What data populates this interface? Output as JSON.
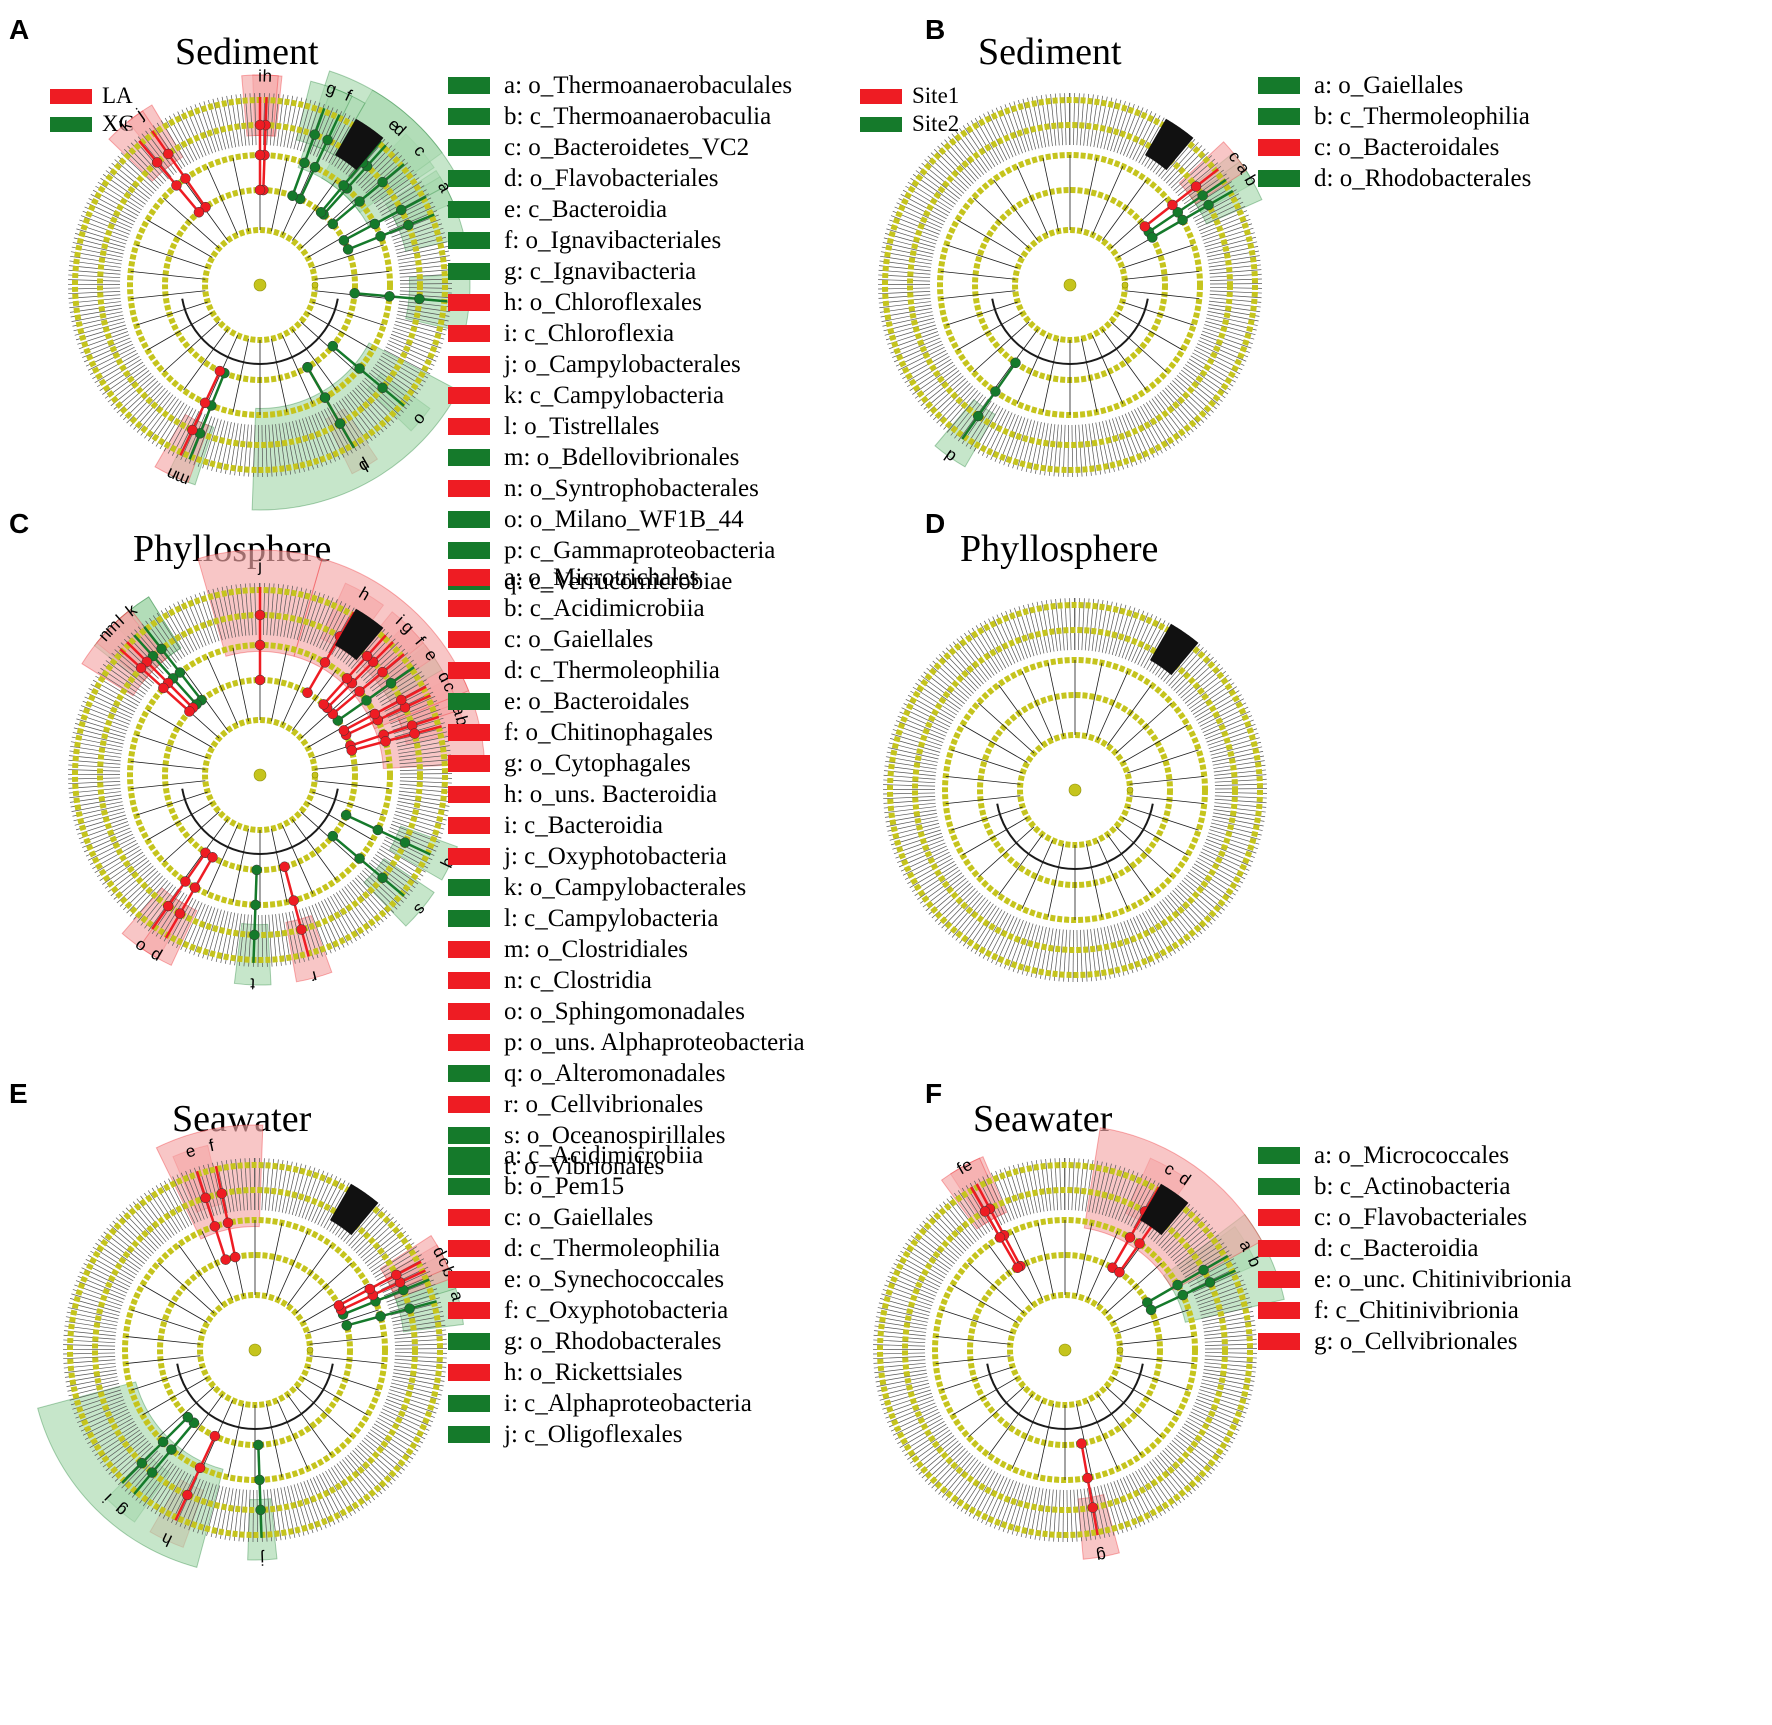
{
  "colors": {
    "red": "#ee1c23",
    "green": "#157a2b",
    "node": "#c5c41d",
    "node_edge": "#8f8f0a",
    "branch": "#1a1a1a",
    "shade_red": "#f4a8a8",
    "shade_green": "#a8d8ad"
  },
  "panels": [
    {
      "letter": "A",
      "title": "Sediment",
      "groups": [
        {
          "label": "LA",
          "color": "red"
        },
        {
          "label": "XC",
          "color": "green"
        }
      ],
      "legend": [
        {
          "key": "a",
          "text": "a: o_Thermoanaerobaculales",
          "color": "green"
        },
        {
          "key": "b",
          "text": "b: c_Thermoanaerobaculia",
          "color": "green"
        },
        {
          "key": "c",
          "text": "c: o_Bacteroidetes_VC2",
          "color": "green"
        },
        {
          "key": "d",
          "text": "d: o_Flavobacteriales",
          "color": "green"
        },
        {
          "key": "e",
          "text": "e: c_Bacteroidia",
          "color": "green"
        },
        {
          "key": "f",
          "text": "f: o_Ignavibacteriales",
          "color": "green"
        },
        {
          "key": "g",
          "text": "g: c_Ignavibacteria",
          "color": "green"
        },
        {
          "key": "h",
          "text": "h: o_Chloroflexales",
          "color": "red"
        },
        {
          "key": "i",
          "text": "i: c_Chloroflexia",
          "color": "red"
        },
        {
          "key": "j",
          "text": "j: o_Campylobacterales",
          "color": "red"
        },
        {
          "key": "k",
          "text": "k: c_Campylobacteria",
          "color": "red"
        },
        {
          "key": "l",
          "text": "l: o_Tistrellales",
          "color": "red"
        },
        {
          "key": "m",
          "text": "m: o_Bdellovibrionales",
          "color": "green"
        },
        {
          "key": "n",
          "text": "n: o_Syntrophobacterales",
          "color": "red"
        },
        {
          "key": "o",
          "text": "o: o_Milano_WF1B_44",
          "color": "green"
        },
        {
          "key": "p",
          "text": "p: c_Gammaproteobacteria",
          "color": "green"
        },
        {
          "key": "q",
          "text": "q: c_Verrucomicrobiae",
          "color": "green"
        }
      ]
    },
    {
      "letter": "B",
      "title": "Sediment",
      "groups": [
        {
          "label": "Site1",
          "color": "red"
        },
        {
          "label": "Site2",
          "color": "green"
        }
      ],
      "legend": [
        {
          "key": "a",
          "text": "a: o_Gaiellales",
          "color": "green"
        },
        {
          "key": "b",
          "text": "b: c_Thermoleophilia",
          "color": "green"
        },
        {
          "key": "c",
          "text": "c: o_Bacteroidales",
          "color": "red"
        },
        {
          "key": "d",
          "text": "d: o_Rhodobacterales",
          "color": "green"
        }
      ]
    },
    {
      "letter": "C",
      "title": "Phyllosphere",
      "groups": [],
      "legend": [
        {
          "key": "a",
          "text": "a: o_Microtrichales",
          "color": "red"
        },
        {
          "key": "b",
          "text": "b: c_Acidimicrobiia",
          "color": "red"
        },
        {
          "key": "c",
          "text": "c: o_Gaiellales",
          "color": "red"
        },
        {
          "key": "d",
          "text": "d: c_Thermoleophilia",
          "color": "red"
        },
        {
          "key": "e",
          "text": "e: o_Bacteroidales",
          "color": "green"
        },
        {
          "key": "f",
          "text": "f: o_Chitinophagales",
          "color": "red"
        },
        {
          "key": "g",
          "text": "g: o_Cytophagales",
          "color": "red"
        },
        {
          "key": "h",
          "text": "h: o_uns. Bacteroidia",
          "color": "red"
        },
        {
          "key": "i",
          "text": "i: c_Bacteroidia",
          "color": "red"
        },
        {
          "key": "j",
          "text": "j: c_Oxyphotobacteria",
          "color": "red"
        },
        {
          "key": "k",
          "text": "k: o_Campylobacterales",
          "color": "green"
        },
        {
          "key": "l",
          "text": "l: c_Campylobacteria",
          "color": "green"
        },
        {
          "key": "m",
          "text": "m: o_Clostridiales",
          "color": "red"
        },
        {
          "key": "n",
          "text": "n: c_Clostridia",
          "color": "red"
        },
        {
          "key": "o",
          "text": "o: o_Sphingomonadales",
          "color": "red"
        },
        {
          "key": "p",
          "text": "p: o_uns. Alphaproteobacteria",
          "color": "red"
        },
        {
          "key": "q",
          "text": "q: o_Alteromonadales",
          "color": "green"
        },
        {
          "key": "r",
          "text": "r: o_Cellvibrionales",
          "color": "red"
        },
        {
          "key": "s",
          "text": "s: o_Oceanospirillales",
          "color": "green"
        },
        {
          "key": "t",
          "text": "t: o_Vibrionales",
          "color": "green"
        }
      ]
    },
    {
      "letter": "D",
      "title": "Phyllosphere",
      "groups": [],
      "legend": []
    },
    {
      "letter": "E",
      "title": "Seawater",
      "groups": [],
      "legend": [
        {
          "key": "a",
          "text": "a: c_Acidimicrobiia",
          "color": "green"
        },
        {
          "key": "b",
          "text": "b: o_Pem15",
          "color": "green"
        },
        {
          "key": "c",
          "text": "c: o_Gaiellales",
          "color": "red"
        },
        {
          "key": "d",
          "text": "d: c_Thermoleophilia",
          "color": "red"
        },
        {
          "key": "e",
          "text": "e: o_Synechococcales",
          "color": "red"
        },
        {
          "key": "f",
          "text": "f: c_Oxyphotobacteria",
          "color": "red"
        },
        {
          "key": "g",
          "text": "g: o_Rhodobacterales",
          "color": "green"
        },
        {
          "key": "h",
          "text": "h: o_Rickettsiales",
          "color": "red"
        },
        {
          "key": "i",
          "text": "i: c_Alphaproteobacteria",
          "color": "green"
        },
        {
          "key": "j",
          "text": "j: c_Oligoflexales",
          "color": "green"
        }
      ]
    },
    {
      "letter": "F",
      "title": "Seawater",
      "groups": [],
      "legend": [
        {
          "key": "a",
          "text": "a: o_Micrococcales",
          "color": "green"
        },
        {
          "key": "b",
          "text": "b: c_Actinobacteria",
          "color": "green"
        },
        {
          "key": "c",
          "text": "c: o_Flavobacteriales",
          "color": "red"
        },
        {
          "key": "d",
          "text": "d: c_Bacteroidia",
          "color": "red"
        },
        {
          "key": "e",
          "text": "e: o_unc. Chitinivibrionia",
          "color": "red"
        },
        {
          "key": "f",
          "text": "f: c_Chitinivibrionia",
          "color": "red"
        },
        {
          "key": "g",
          "text": "g: o_Cellvibrionales",
          "color": "red"
        }
      ]
    }
  ]
}
